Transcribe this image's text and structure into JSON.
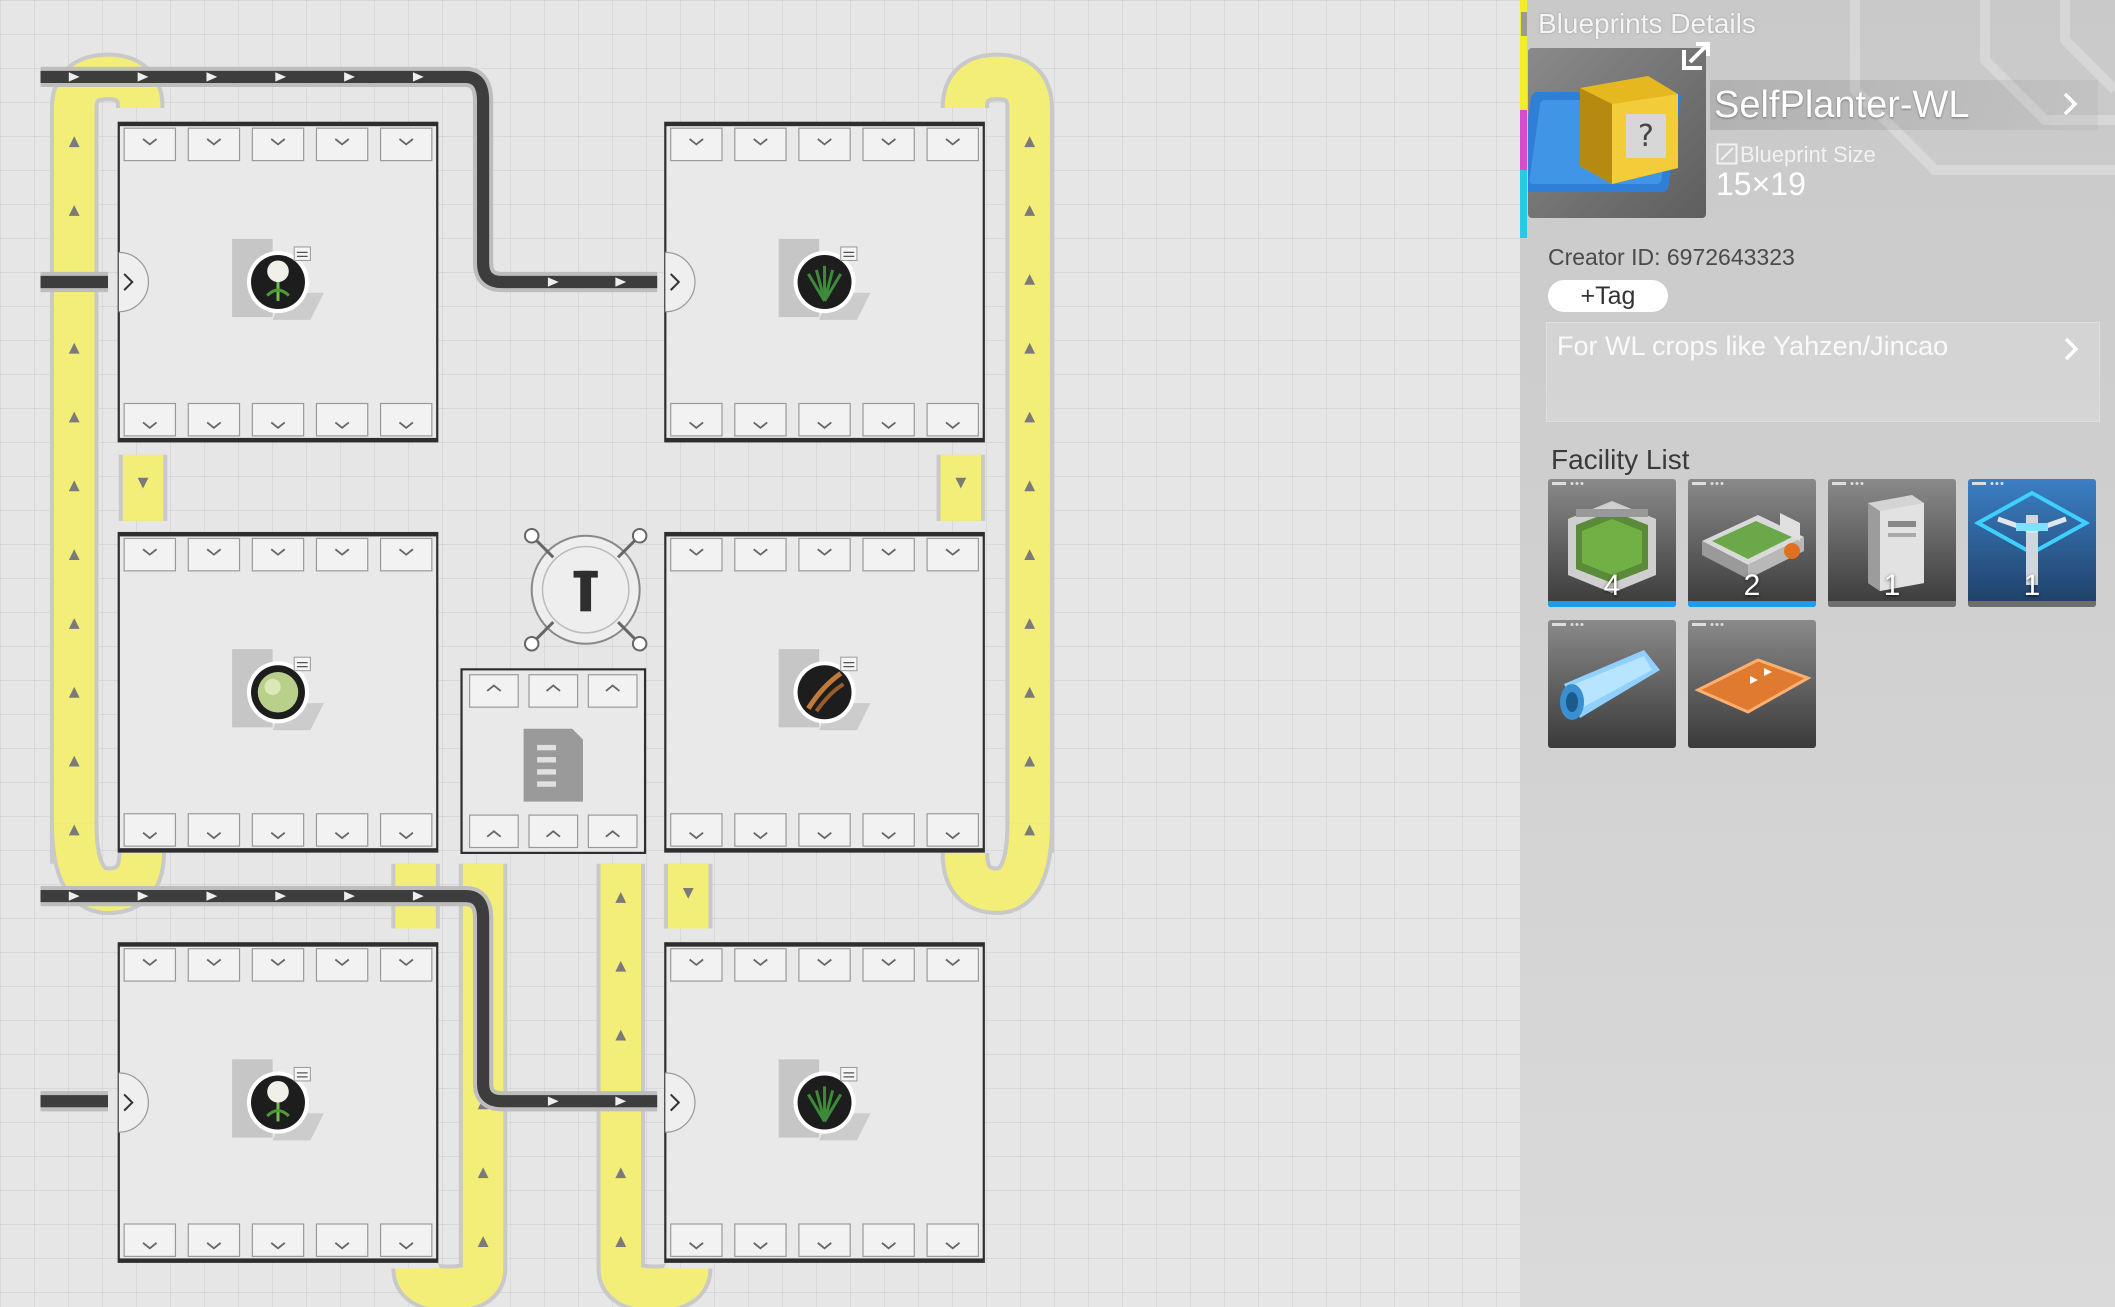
{
  "panel": {
    "title": "Blueprints Details",
    "blueprint_name": "SelfPlanter-WL",
    "size_label": "Blueprint Size",
    "size_value": "15×19",
    "creator_id": "Creator ID: 6972643323",
    "tag_button": "+Tag",
    "description": "For WL crops like Yahzen/Jincao",
    "facility_list_title": "Facility List",
    "facilities": [
      {
        "name": "planting-unit",
        "count": "4",
        "accent": "#1e9bea"
      },
      {
        "name": "seed-picking-unit",
        "count": "2",
        "accent": "#1e9bea"
      },
      {
        "name": "storage-box",
        "count": "1",
        "accent": "#6e6e6e"
      },
      {
        "name": "power-pylon",
        "count": "1",
        "accent": "#6e6e6e"
      },
      {
        "name": "conveyor-belt",
        "count": "",
        "accent": ""
      },
      {
        "name": "pipe-platform",
        "count": "",
        "accent": ""
      }
    ]
  },
  "colors": {
    "belt_yellow": "#f2ee78",
    "conveyor_dark": "#3d3d3d",
    "accent_blue": "#1e9bea",
    "strip_yellow": "#f4ec2a",
    "strip_magenta": "#d84ad0",
    "strip_cyan": "#28c8e6"
  },
  "icons": {
    "export": "export-icon",
    "chevron": "chevron-right-icon",
    "size": "resize-icon",
    "board_items": [
      "plant-white-flower-icon",
      "plant-green-grass-icon",
      "plant-round-seed-icon",
      "plant-brown-pod-icon",
      "power-pylon-icon",
      "storage-box-icon"
    ]
  }
}
